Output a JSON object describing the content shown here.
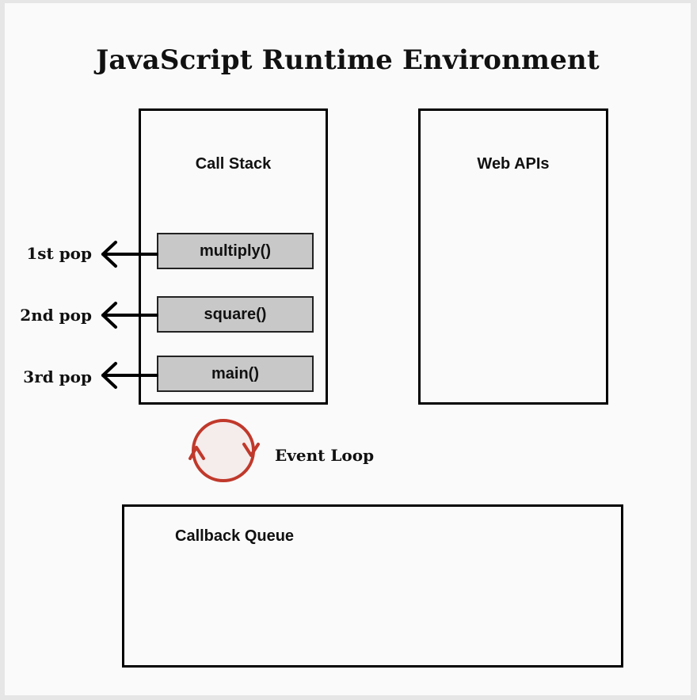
{
  "title": "JavaScript Runtime Environment",
  "call_stack": {
    "label": "Call Stack",
    "frames": [
      "multiply()",
      "square()",
      "main()"
    ]
  },
  "pops": [
    "1st pop",
    "2nd pop",
    "3rd pop"
  ],
  "web_apis": {
    "label": "Web APIs"
  },
  "event_loop": {
    "label": "Event Loop",
    "color": "#c0392b"
  },
  "callback_queue": {
    "label": "Callback Queue"
  }
}
